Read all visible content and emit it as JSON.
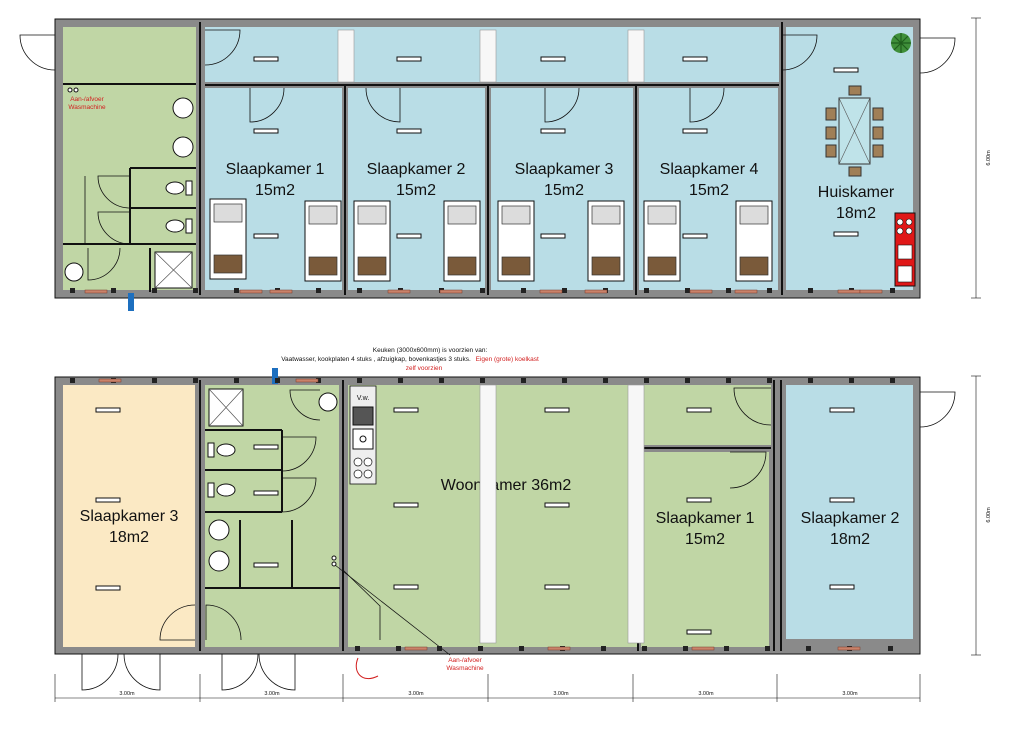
{
  "top_plan": {
    "rooms": [
      {
        "name": "Slaapkamer 1",
        "area": "15m2"
      },
      {
        "name": "Slaapkamer 2",
        "area": "15m2"
      },
      {
        "name": "Slaapkamer 3",
        "area": "15m2"
      },
      {
        "name": "Slaapkamer 4",
        "area": "15m2"
      },
      {
        "name": "Huiskamer",
        "area": "18m2"
      }
    ],
    "washer_note": [
      "Aan-/afvoer",
      "Wasmachine"
    ],
    "side_dimension": "6.00m"
  },
  "bottom_plan": {
    "rooms": [
      {
        "name": "Slaapkamer 3",
        "area": "18m2"
      },
      {
        "name": "Woonkamer 36m2",
        "area": ""
      },
      {
        "name": "Slaapkamer 1",
        "area": "15m2"
      },
      {
        "name": "Slaapkamer 2",
        "area": "18m2"
      }
    ],
    "kitchen_note": {
      "line1": "Keuken (3000x600mm) is voorzien van:",
      "line2_black": "Vaatwasser, kookplaten 4 stuks , afzuigkap, bovenkastjes 3 stuks.",
      "line2_red": "Eigen (grote) koelkast",
      "line3_red": "zelf voorzien"
    },
    "vw_label": "V.w.",
    "washer_note": [
      "Aan-/afvoer",
      "Wasmachine"
    ],
    "side_dimension": "6.00m",
    "bottom_dimensions": [
      "3.00m",
      "3.00m",
      "3.00m",
      "3.00m",
      "3.00m",
      "3.00m"
    ]
  },
  "colors": {
    "bedroom_blue": "#b9dde6",
    "sanitary_green": "#c0d6a5",
    "bedroom_cream": "#fbe9c4",
    "wall_gray": "#8a8a8a",
    "note_red": "#d21f1f",
    "kitchen_red": "#e01818"
  }
}
